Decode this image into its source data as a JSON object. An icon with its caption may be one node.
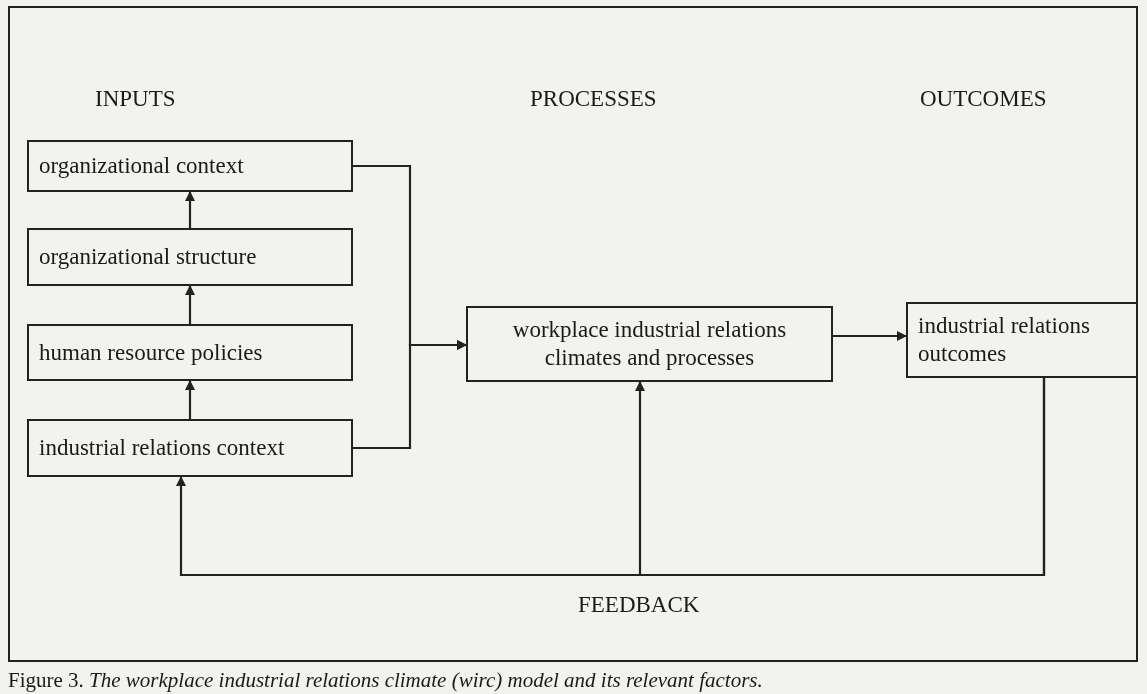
{
  "diagram": {
    "caption": "Figure 3. *The workplace industrial relations climate (wirc) model and its relevant factors.*",
    "nodes": [
      {
        "text": [
          "organizational context"
        ]
      },
      {
        "text": [
          "organizational structure"
        ]
      },
      {
        "text": [
          "human resource policies"
        ]
      },
      {
        "text": [
          "industrial relations context"
        ]
      },
      {
        "text": [
          "workplace industrial relations climates and processes"
        ]
      },
      {
        "text": [
          "industrial relations outcomes"
        ]
      }
    ],
    "edges": [
      {
        "from": 1,
        "to": 0,
        "arrow": "to"
      },
      {
        "from": 2,
        "to": 1,
        "arrow": "to"
      },
      {
        "from": 3,
        "to": 2,
        "arrow": "to"
      },
      {
        "from": 0,
        "to": 4,
        "arrow": "to"
      },
      {
        "from": 3,
        "to": 4,
        "arrow": "to"
      },
      {
        "from": 4,
        "to": 5,
        "arrow": "to"
      },
      {
        "from": 5,
        "to": 3,
        "arrow": "to"
      },
      {
        "from": 5,
        "to": 4,
        "arrow": "to"
      }
    ],
    "labels": [
      "INPUTS",
      "PROCESSES",
      "OUTCOMES",
      "FEEDBACK"
    ]
  }
}
